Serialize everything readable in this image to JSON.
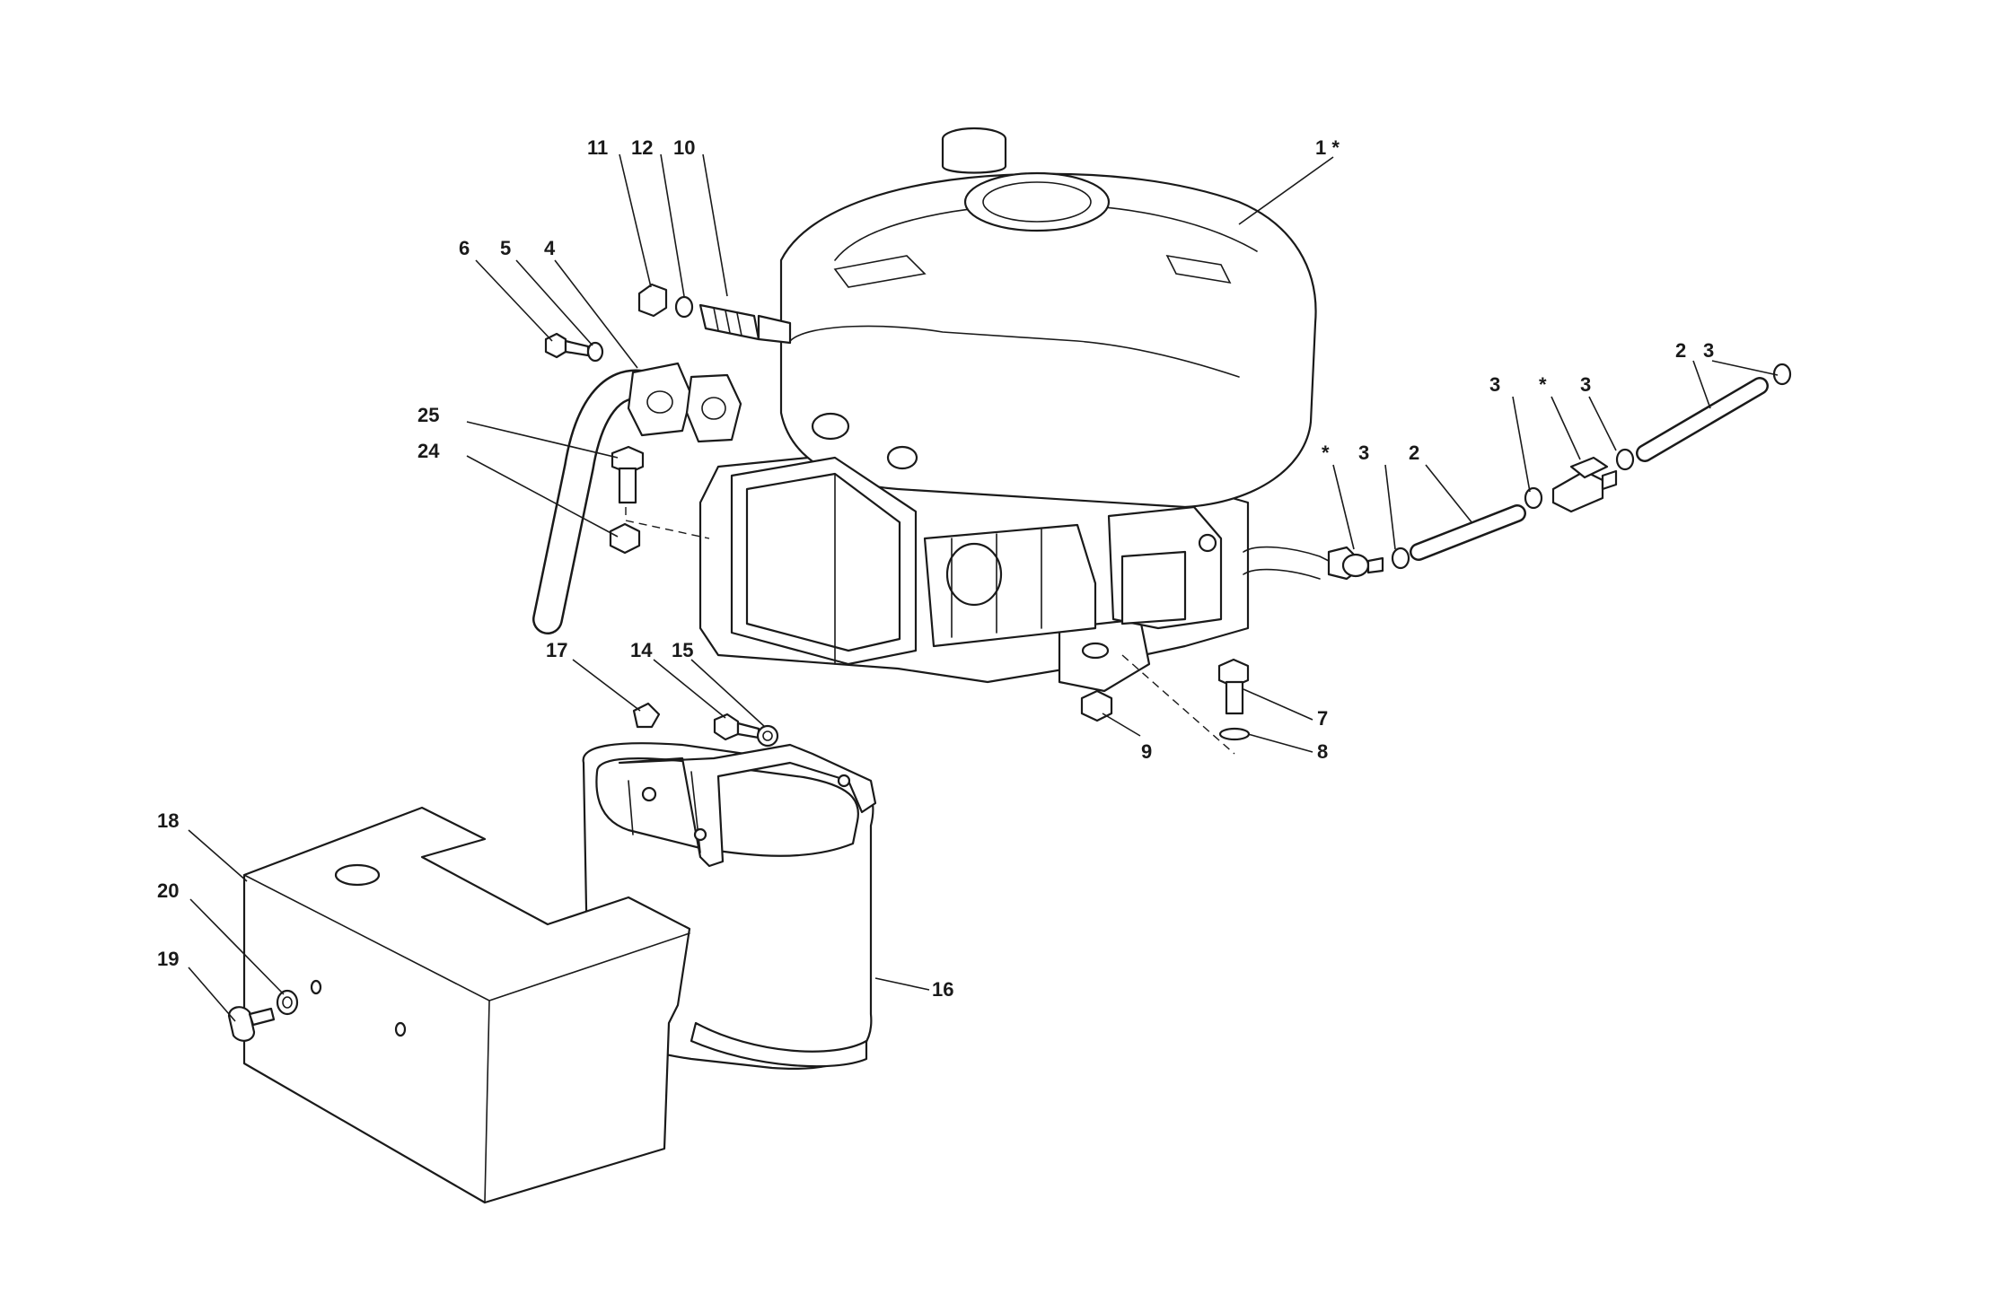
{
  "callouts": [
    {
      "id": "c1",
      "text": "1 *"
    },
    {
      "id": "c2a",
      "text": "2"
    },
    {
      "id": "c2b",
      "text": "2"
    },
    {
      "id": "c3a",
      "text": "3"
    },
    {
      "id": "c3b",
      "text": "3"
    },
    {
      "id": "c3c",
      "text": "3"
    },
    {
      "id": "c3d",
      "text": "3"
    },
    {
      "id": "c4",
      "text": "4"
    },
    {
      "id": "c5",
      "text": "5"
    },
    {
      "id": "c6",
      "text": "6"
    },
    {
      "id": "c7",
      "text": "7"
    },
    {
      "id": "c8",
      "text": "8"
    },
    {
      "id": "c9",
      "text": "9"
    },
    {
      "id": "c10",
      "text": "10"
    },
    {
      "id": "c11",
      "text": "11"
    },
    {
      "id": "c12",
      "text": "12"
    },
    {
      "id": "c14",
      "text": "14"
    },
    {
      "id": "c15",
      "text": "15"
    },
    {
      "id": "c16",
      "text": "16"
    },
    {
      "id": "c17",
      "text": "17"
    },
    {
      "id": "c18",
      "text": "18"
    },
    {
      "id": "c19",
      "text": "19"
    },
    {
      "id": "c20",
      "text": "20"
    },
    {
      "id": "c24",
      "text": "24"
    },
    {
      "id": "c25",
      "text": "25"
    },
    {
      "id": "cstar1",
      "text": "*"
    },
    {
      "id": "cstar2",
      "text": "*"
    }
  ]
}
